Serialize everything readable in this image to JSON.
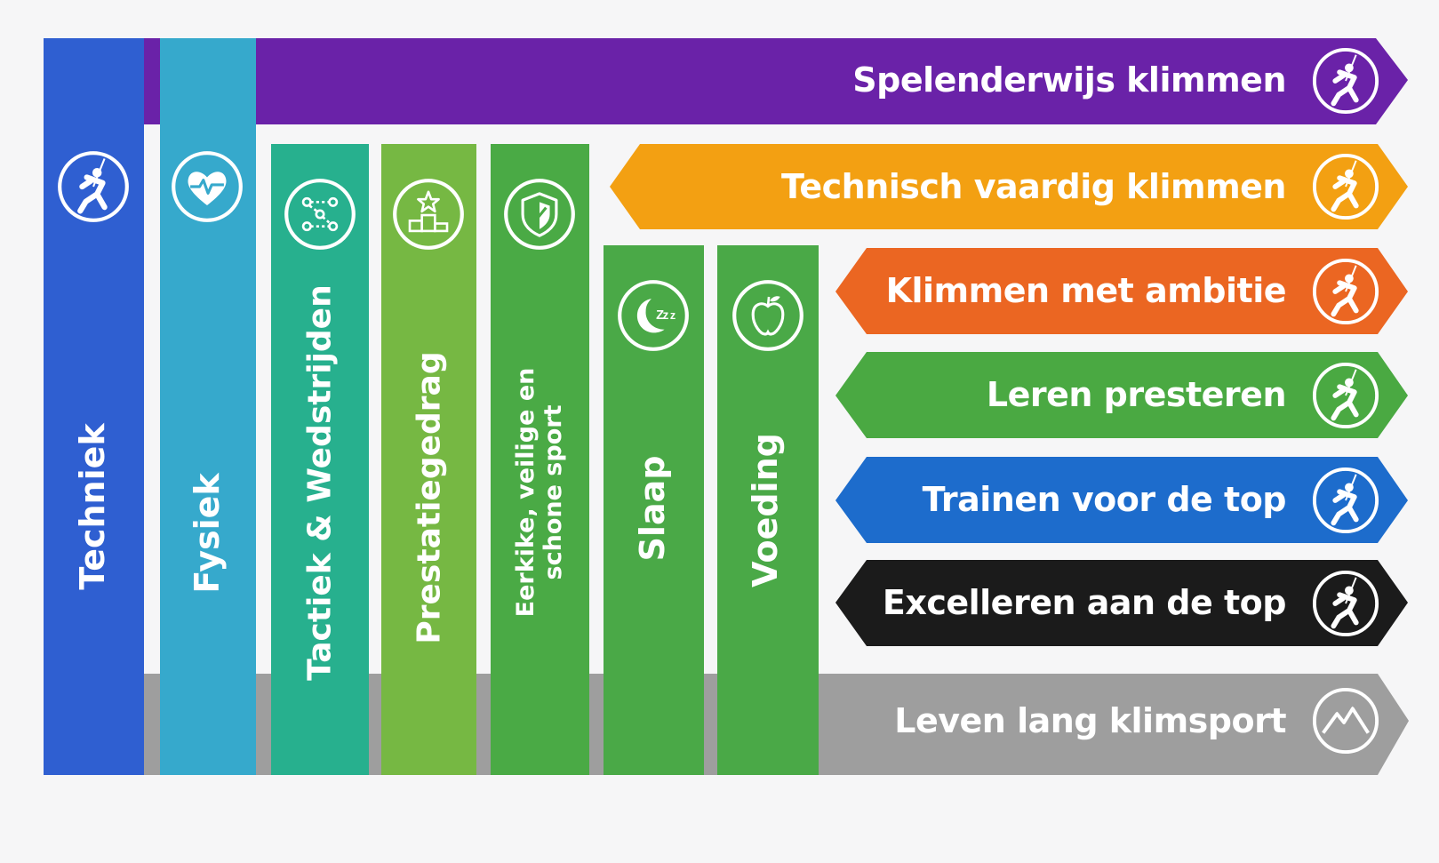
{
  "colors": {
    "background": "#f6f6f7",
    "techniek": "#2f5fd1",
    "fysiek": "#36a9cc",
    "tactiek": "#27b08e",
    "prestatiegedrag": "#76b843",
    "eerlijke": "#4aaa45",
    "slaap": "#4aa947",
    "voeding": "#4aa947",
    "spelenderwijs": "#6a22a8",
    "technisch": "#f3a012",
    "ambitie": "#eb6622",
    "leren": "#4aa942",
    "trainen": "#1d6ccc",
    "excelleren": "#1b1b1b",
    "leven": "#9e9e9e"
  },
  "columns": [
    {
      "id": "techniek",
      "label": "Techniek",
      "icon": "climber-icon"
    },
    {
      "id": "fysiek",
      "label": "Fysiek",
      "icon": "heart-pulse-icon"
    },
    {
      "id": "tactiek",
      "label": "Tactiek & Wedstrijden",
      "icon": "strategy-icon"
    },
    {
      "id": "prestatiegedrag",
      "label": "Prestatiegedrag",
      "icon": "podium-icon"
    },
    {
      "id": "eerlijke",
      "label_line1": "Eerkike, veilige en",
      "label_line2": "schone sport",
      "icon": "shield-icon"
    },
    {
      "id": "slaap",
      "label": "Slaap",
      "icon": "moon-zzz-icon"
    },
    {
      "id": "voeding",
      "label": "Voeding",
      "icon": "apple-icon"
    }
  ],
  "stages": [
    {
      "id": "spelenderwijs",
      "label": "Spelenderwijs klimmen",
      "icon": "climber-icon"
    },
    {
      "id": "technisch",
      "label": "Technisch vaardig klimmen",
      "icon": "climber-icon"
    },
    {
      "id": "ambitie",
      "label": "Klimmen met ambitie",
      "icon": "climber-icon"
    },
    {
      "id": "leren",
      "label": "Leren presteren",
      "icon": "climber-icon"
    },
    {
      "id": "trainen",
      "label": "Trainen voor de top",
      "icon": "climber-icon"
    },
    {
      "id": "excelleren",
      "label": "Excelleren aan de top",
      "icon": "climber-icon"
    },
    {
      "id": "leven",
      "label": "Leven lang klimsport",
      "icon": "mountain-icon"
    }
  ]
}
